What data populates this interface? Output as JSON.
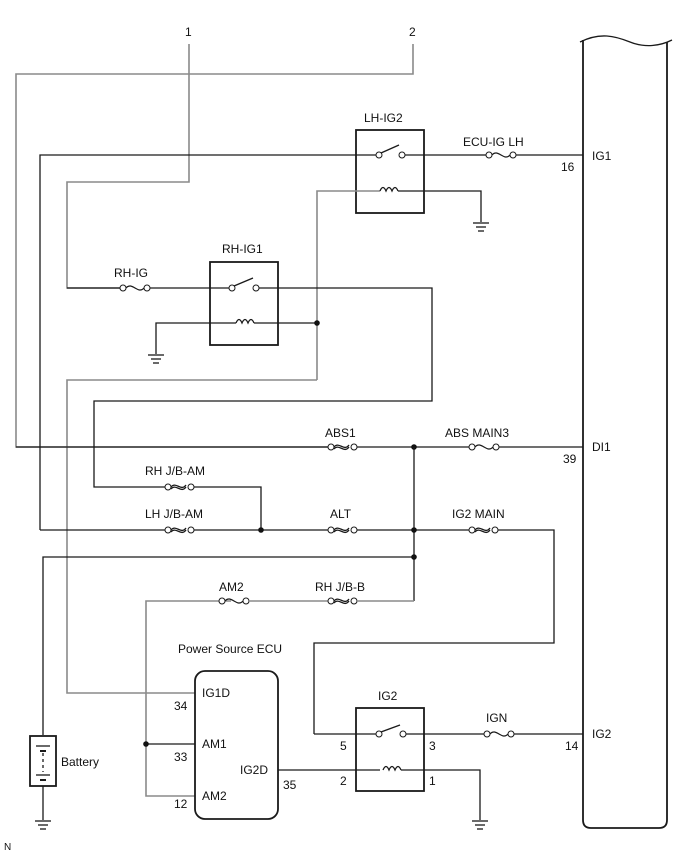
{
  "diagram": {
    "type": "wiring-diagram",
    "off_page_connectors": [
      "1",
      "2"
    ],
    "corner_mark": "N",
    "ecu_block": {
      "terminals": [
        {
          "name": "IG1",
          "pin": "16"
        },
        {
          "name": "DI1",
          "pin": "39"
        },
        {
          "name": "IG2",
          "pin": "14"
        }
      ]
    },
    "relays": {
      "lh_ig2": {
        "label": "LH-IG2"
      },
      "rh_ig1": {
        "label": "RH-IG1"
      },
      "ig2": {
        "label": "IG2",
        "pins": {
          "p5": "5",
          "p3": "3",
          "p2": "2",
          "p1": "1"
        }
      }
    },
    "fuses": {
      "ecu_ig_lh": "ECU-IG LH",
      "rh_ig": "RH-IG",
      "abs1": "ABS1",
      "abs_main3": "ABS MAIN3",
      "rh_jb_am": "RH J/B-AM",
      "lh_jb_am": "LH J/B-AM",
      "alt": "ALT",
      "ig2_main": "IG2 MAIN",
      "am2": "AM2",
      "rh_jb_b": "RH J/B-B",
      "ign": "IGN"
    },
    "power_source_ecu": {
      "title": "Power Source ECU",
      "terminals": [
        {
          "name": "IG1D",
          "pin": "34"
        },
        {
          "name": "AM1",
          "pin": "33"
        },
        {
          "name": "AM2",
          "pin": "12"
        },
        {
          "name": "IG2D",
          "pin": "35"
        }
      ]
    },
    "battery": {
      "label": "Battery"
    }
  }
}
